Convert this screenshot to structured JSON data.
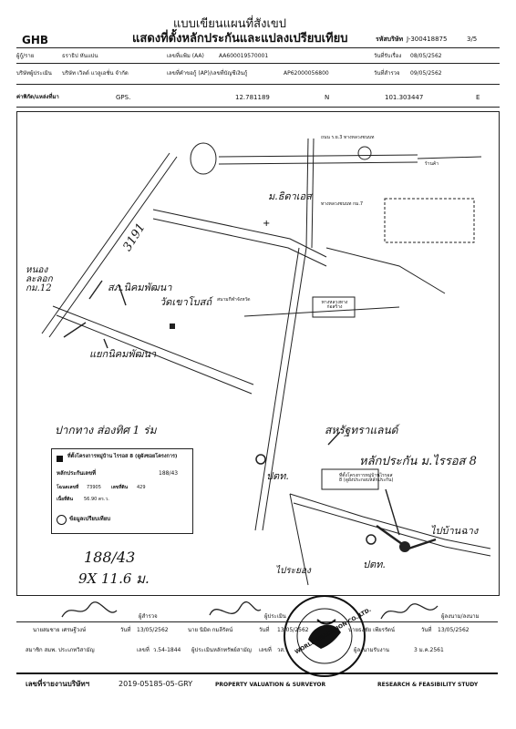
{
  "header": {
    "company": "GHB",
    "title_line1": "แบบเขียนแผนที่สังเขป",
    "title_line2": "แสดงที่ตั้งหลักประกันและแปลงเปรียบเทียบ",
    "project_code_label": "รหัสบริษัท",
    "project_code": "J-300418875",
    "page": "3/5"
  },
  "info": {
    "owner_label": "ผู้กู้/ราย",
    "owner_value": "ธราธิป  หันแปน",
    "file_label": "เลขที่แฟ้ม (AA)",
    "file_value": "AA600019570001",
    "survey_date_label": "วันที่รับเรื่อง",
    "survey_date": "08/05/2562",
    "company_label": "บริษัทผู้ประเมิน",
    "company_value": "บริษัท เวิลด์ แวลูเอชั่น  จำกัด",
    "request_label": "เลขที่คำขอกู้ (AP)/เลขที่บัญชีเงินกู้",
    "request_value": "AP62000056800",
    "inspect_date_label": "วันที่สำรวจ",
    "inspect_date": "09/05/2562",
    "location_label": "ค่าพิกัด/แหล่งที่มา",
    "gps_label": "GPS.",
    "lat": "12.781189",
    "n_label": "N",
    "lon": "101.303447",
    "e_label": "E"
  },
  "map": {
    "road_3191": "3191",
    "hand_left_top": "หนองละลอก กม.12",
    "hand_school": "สภ.นิคมพัฒนา",
    "hand_temple": "วัดเขาโบสถ์",
    "hand_junction": "แยกนิคมพัฒนา",
    "hand_asset": "สหรัฐทราแลนด์",
    "hand_near_road": "ปากทาง ส่องทิศ 1 ร่ม",
    "hand_collateral": "หลักประกัน ม.ไรรอส 8",
    "hand_ptt1": "ปตท.",
    "hand_ptt2": "ปตท.",
    "hand_ban_chang": "ไปบ้านฉาง",
    "hand_rayong": "ไประยอง",
    "hand_soi": "ม.ธิดาเอส",
    "hand_area": "188/43",
    "hand_dims": "9X 11.6 ม.",
    "small_label_center": "สนามกีฬาจังหวัด",
    "box_label": "ทางหลวงทาง ก่อสร้าง",
    "small_top": "ถนน ร.ย.3 ทางหลวงชนบท",
    "small_top_right": "ร้านค้า",
    "right_note": "ทางหลวงชนบท กม.7",
    "bottom_right_note": "ที่ตั้งโครงการหมู่บ้านไรรอส 8 (ดูผังประกอบหลักประกัน)"
  },
  "legend": {
    "item1": "ที่ตั้งโครงการหมู่บ้าน ไรรอส 8 (ดูผังซอยโครงการ)",
    "deed_label": "หลักประกันเลขที่",
    "deed_value": "188/43",
    "zone_label": "โฉนดเลขที่",
    "zone_value": "73905",
    "land_no_label": "เลขที่ดิน",
    "land_no_value": "429",
    "area_label": "เนื้อที่ดิน",
    "area_value": "56.90 ตร.ว.",
    "item2": "ข้อมูลเปรียบเทียบ"
  },
  "signatures": {
    "surveyor_role": "ผู้สำรวจ",
    "surveyor_name": "นายสมชาย เศรษฐีวงษ์",
    "surveyor_date_label": "วันที่",
    "surveyor_date": "13/05/2562",
    "surveyor_org": "สมาชิก สมพ. ประเภทวิสามัญ",
    "surveyor_id_label": "เลขที่",
    "surveyor_id": "ว.54-1844",
    "appraiser_role": "ผู้ประเมิน",
    "appraiser_name": "นาย นิมิต กมลีรัตน์",
    "appraiser_date_label": "วันที่",
    "appraiser_date": "13/05/2562",
    "appraiser_org": "ผู้ประเมินหลักทรัพย์สามัญ",
    "appraiser_id_label": "เลขที่",
    "appraiser_id": "วส.",
    "director_role": "ผู้ลงนาม/ลงนาม",
    "director_name": "นายธงชัย เพียรรัตน์",
    "director_date_label": "วันที่",
    "director_date": "13/05/2562",
    "director_note": "ผู้ลงนามรับงาน",
    "director_note_date": "3 ม.ค.2561",
    "seal_text": "WORLD VALUATION CO.,LTD."
  },
  "footer": {
    "report_label": "เลขที่รายงานบริษัทฯ",
    "report_no": "2019-05185-05-GRY",
    "tag1": "PROPERTY VALUATION & SURVEYOR",
    "tag2": "RESEARCH & FEASIBILITY STUDY"
  }
}
